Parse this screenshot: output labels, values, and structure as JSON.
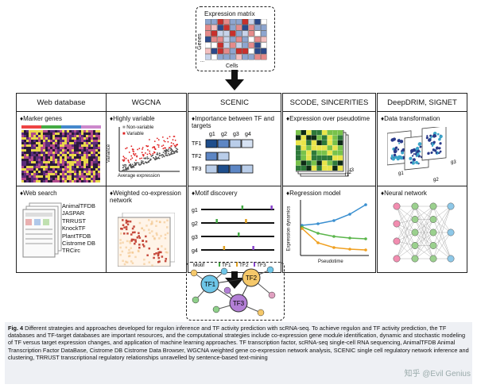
{
  "top": {
    "matrix_title": "Expression matrix",
    "genes_label": "Genes",
    "cells_label": "Cells",
    "ellipsis": "..."
  },
  "panels": [
    {
      "title": "Web database",
      "sec1": "Marker genes",
      "sec2": "Web search",
      "dbs": [
        "AnimalTFDB",
        "JASPAR",
        "TRRUST",
        "KnockTF",
        "PlantTFDB",
        "Cistrome DB",
        "TRCirc"
      ]
    },
    {
      "title": "WGCNA",
      "sec1": "Highly variable",
      "sec2": "Weighted co-expression network",
      "legend_nonvar": "Non-variable",
      "legend_var": "Variable",
      "xaxis": "Average expression",
      "yaxis": "Variance"
    },
    {
      "title": "SCENIC",
      "sec1": "Importance between TF and targets",
      "sec2": "Motif discovery",
      "cols": [
        "g1",
        "g2",
        "g3",
        "g4"
      ],
      "rows": [
        "TF1",
        "TF2",
        "TF3"
      ],
      "tracks": [
        "g1",
        "g2",
        "g3",
        "g4"
      ],
      "motif_label": "Motif",
      "motif_tf": [
        "TF1",
        "TF2",
        "TF3"
      ]
    },
    {
      "title": "SCODE, SINCERITIES",
      "sec1": "Expression over pseudotime",
      "sec2": "Regression model",
      "t_labels": [
        "t1",
        "t2",
        "t3"
      ],
      "xaxis": "Pseudotime",
      "yaxis": "Expression dynamics"
    },
    {
      "title": "DeepDRIM, SIGNET",
      "sec1": "Data transformation",
      "sec2": "Neural network",
      "g_labels": [
        "g1",
        "g2",
        "g3"
      ]
    }
  ],
  "network": {
    "nodes": [
      "TF1",
      "TF2",
      "TF3"
    ]
  },
  "caption": {
    "fig": "Fig. 4",
    "text": "Different strategies and approaches developed for regulon inference and TF activity prediction with scRNA-seq. To achieve regulon and TF activity prediction, the TF databases and TF-target databases are important resources, and the computational strategies include co-expression gene module identification, dynamic and stochastic modeling of TF versus target expression changes, and application of machine learning approaches. TF transcription factor, scRNA-seq single-cell RNA sequencing, AnimalTFDB Animal Transcription Factor DataBase, Cistrome DB Cistrome Data Browser, WGCNA weighted gene co-expression network analysis, SCENIC single cell regulatory network inference and clustering, TRRUST transcriptional regulatory relationships unravelled by sentence-based text-mining"
  },
  "watermark": "知乎 @Evil Genius",
  "colors": {
    "tf1": "#6ec6e8",
    "tf2": "#f5c86a",
    "tf3": "#b37fd6",
    "arrow": "#111111"
  }
}
